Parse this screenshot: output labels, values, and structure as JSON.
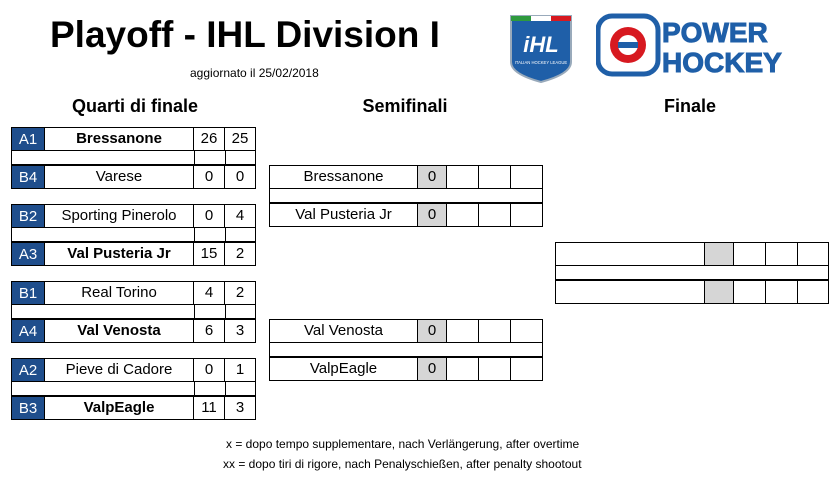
{
  "header": {
    "title": "Playoff - IHL Division I",
    "updated": "aggiornato il 25/02/2018",
    "logo_ihl_text": "iHL",
    "logo_ihl_sub": "ITALIAN HOCKEY LEAGUE",
    "logo_power": "POWER",
    "logo_hockey": "HOCKEY"
  },
  "columns": {
    "quarterfinals": "Quarti di finale",
    "semifinals": "Semifinali",
    "final": "Finale"
  },
  "quarterfinals": [
    {
      "seed": "A1",
      "team": "Bressanone",
      "bold": true,
      "g1": "26",
      "g2": "25"
    },
    {
      "seed": "B4",
      "team": "Varese",
      "bold": false,
      "g1": "0",
      "g2": "0"
    },
    {
      "seed": "B2",
      "team": "Sporting Pinerolo",
      "bold": false,
      "g1": "0",
      "g2": "4"
    },
    {
      "seed": "A3",
      "team": "Val Pusteria Jr",
      "bold": true,
      "g1": "15",
      "g2": "2"
    },
    {
      "seed": "B1",
      "team": "Real Torino",
      "bold": false,
      "g1": "4",
      "g2": "2"
    },
    {
      "seed": "A4",
      "team": "Val Venosta",
      "bold": true,
      "g1": "6",
      "g2": "3"
    },
    {
      "seed": "A2",
      "team": "Pieve di Cadore",
      "bold": false,
      "g1": "0",
      "g2": "1"
    },
    {
      "seed": "B3",
      "team": "ValpEagle",
      "bold": true,
      "g1": "11",
      "g2": "3"
    }
  ],
  "semifinals": [
    {
      "team": "Bressanone",
      "wins": "0"
    },
    {
      "team": "Val Pusteria Jr",
      "wins": "0"
    },
    {
      "team": "Val Venosta",
      "wins": "0"
    },
    {
      "team": "ValpEagle",
      "wins": "0"
    }
  ],
  "footer": {
    "line1": "x = dopo tempo supplementare, nach Verlängerung, after overtime",
    "line2": "xx = dopo tiri di rigore, nach Penalyschießen, after penalty shootout"
  },
  "colors": {
    "seed_bg": "#1f4e8c",
    "wins_bg": "#d6d6d6",
    "power_red": "#d71920",
    "power_blue": "#1f5fa8"
  }
}
